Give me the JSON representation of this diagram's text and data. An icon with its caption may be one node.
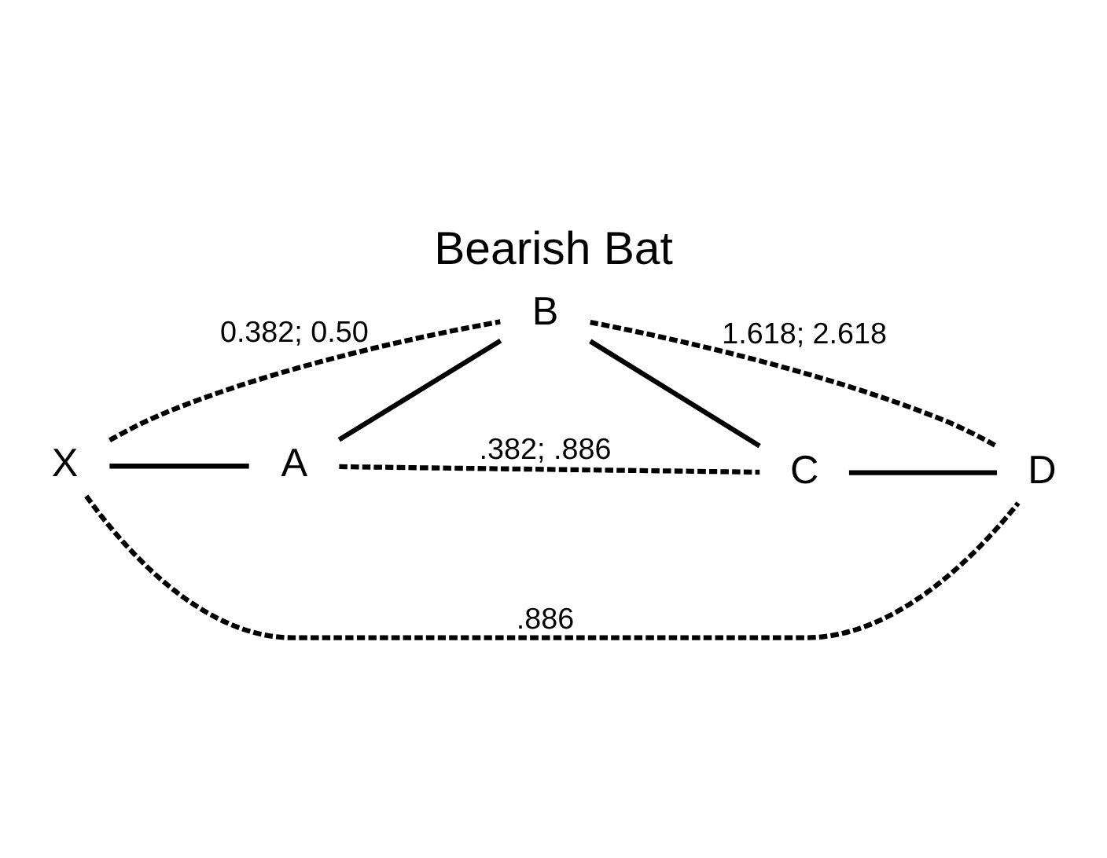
{
  "diagram": {
    "title": "Bearish Bat",
    "nodes": [
      {
        "text": [
          "X"
        ]
      },
      {
        "text": [
          "A"
        ]
      },
      {
        "text": [
          "B"
        ]
      },
      {
        "text": [
          "C"
        ]
      },
      {
        "text": [
          "D"
        ]
      }
    ],
    "edges": [
      {
        "from": 0,
        "to": 1,
        "arrow": "none"
      },
      {
        "from": 1,
        "to": 2,
        "arrow": "none"
      },
      {
        "from": 2,
        "to": 3,
        "arrow": "none"
      },
      {
        "from": 3,
        "to": 4,
        "arrow": "none"
      },
      {
        "from": 0,
        "to": 4,
        "arrow": "none",
        "style": "dashed",
        "label": ".886"
      },
      {
        "from": 0,
        "to": 2,
        "arrow": "none",
        "style": "dashed",
        "label": "0.382; 0.50"
      },
      {
        "from": 2,
        "to": 4,
        "arrow": "none",
        "style": "dashed",
        "label": "1.618; 2.618"
      },
      {
        "from": 1,
        "to": 3,
        "arrow": "none",
        "style": "dashed",
        "label": ".382; .886"
      }
    ]
  }
}
